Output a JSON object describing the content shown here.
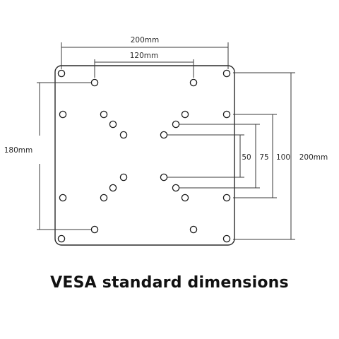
{
  "dimensions": {
    "plate_width_top": "200mm",
    "inner_width_top": "120mm",
    "height_left": "180mm",
    "right_50": "50",
    "right_75": "75",
    "right_100": "100",
    "right_200": "200mm"
  },
  "caption": "VESA standard dimensions"
}
